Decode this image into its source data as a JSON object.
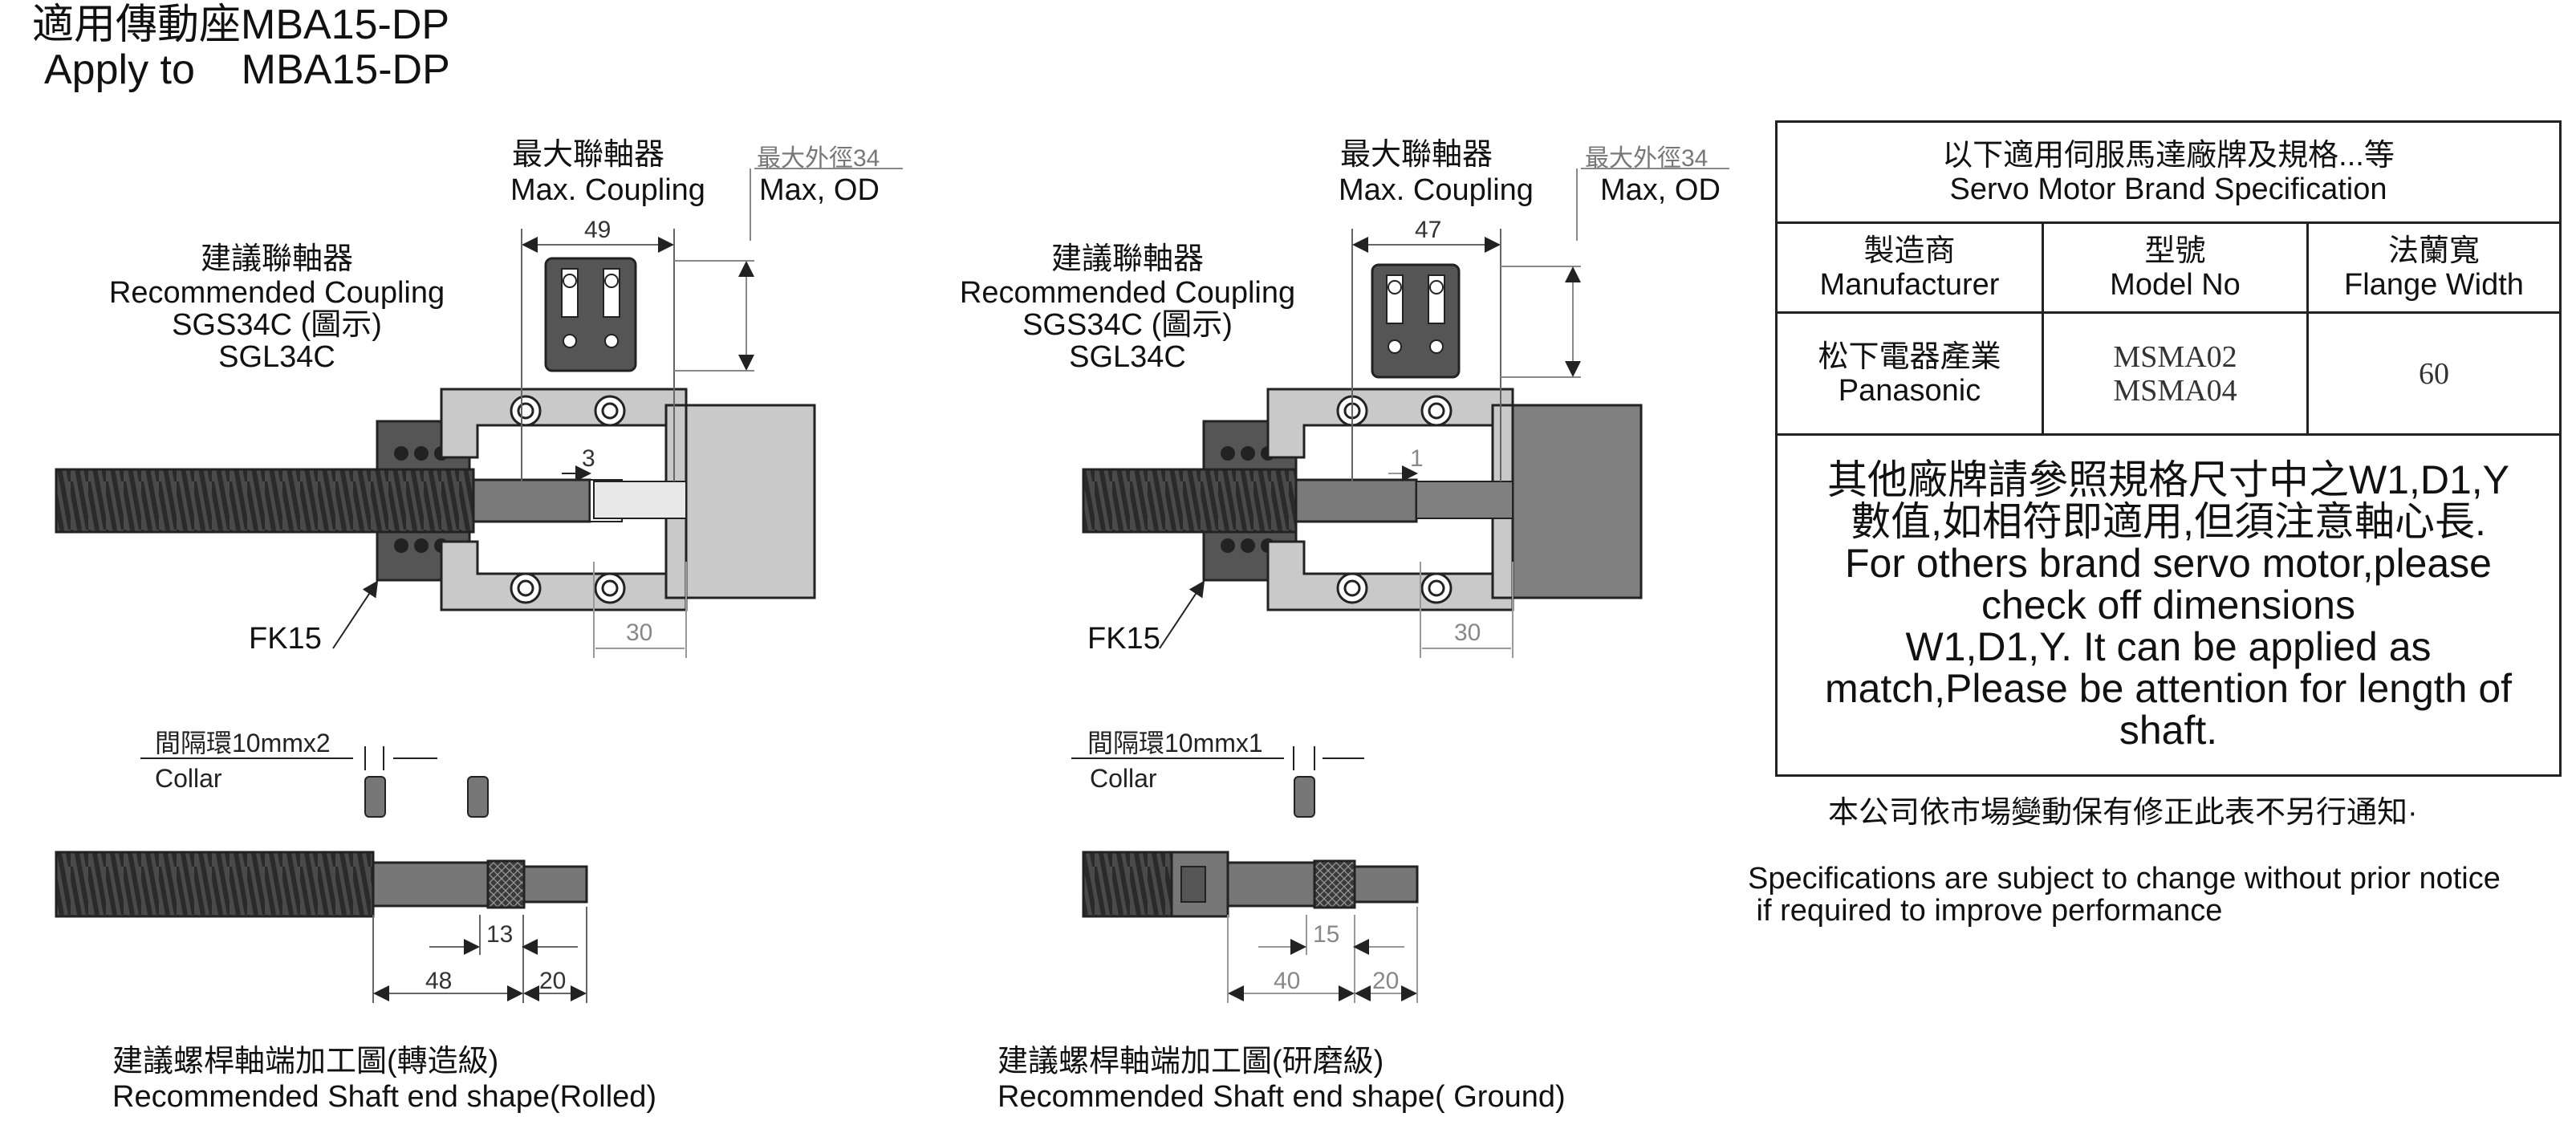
{
  "title": {
    "zh": "適用傳動座MBA15-DP",
    "en": "Apply to    MBA15-DP"
  },
  "left": {
    "max_coupling_zh": "最大聯軸器",
    "max_coupling_en": "Max. Coupling",
    "max_od_zh": "最大外徑34",
    "max_od_en": "Max, OD",
    "rec_coupling_zh": "建議聯軸器",
    "rec_coupling_en": "Recommended Coupling",
    "coupling_model_1": "SGS34C (圖示)",
    "coupling_model_2": "SGL34C",
    "dim_width": "49",
    "dim_gap": "3",
    "dim_30": "30",
    "fk_label": "FK15",
    "collar_zh": "間隔環10mmx2",
    "collar_en": "Collar",
    "dim_13": "13",
    "dim_48": "48",
    "dim_20": "20",
    "shaft_zh": "建議螺桿軸端加工圖(轉造級)",
    "shaft_en": "Recommended Shaft end shape(Rolled)"
  },
  "right": {
    "max_coupling_zh": "最大聯軸器",
    "max_coupling_en": "Max. Coupling",
    "max_od_zh": "最大外徑34",
    "max_od_en": "Max, OD",
    "rec_coupling_zh": "建議聯軸器",
    "rec_coupling_en": "Recommended Coupling",
    "coupling_model_1": "SGS34C (圖示)",
    "coupling_model_2": "SGL34C",
    "dim_width": "47",
    "dim_gap": "1",
    "dim_30": "30",
    "fk_label": "FK15",
    "collar_zh": "間隔環10mmx1",
    "collar_en": "Collar",
    "dim_15": "15",
    "dim_40": "40",
    "dim_20": "20",
    "shaft_zh": "建議螺桿軸端加工圖(研磨級)",
    "shaft_en": "Recommended Shaft end shape( Ground)"
  },
  "spec_table": {
    "heading_zh": "以下適用伺服馬達廠牌及規格...等",
    "heading_en": "Servo Motor Brand Specification",
    "columns": [
      {
        "zh": "製造商",
        "en": "Manufacturer"
      },
      {
        "zh": "型號",
        "en": "Model No"
      },
      {
        "zh": "法蘭寬",
        "en": "Flange Width"
      }
    ],
    "rows": [
      {
        "manufacturer_zh": "松下電器產業",
        "manufacturer_en": "Panasonic",
        "model_1": "MSMA02",
        "model_2": "MSMA04",
        "flange": "60"
      }
    ],
    "note_lines": [
      "其他廠牌請參照規格尺寸中之W1,D1,Y",
      "數值,如相符即適用,但須注意軸心長.",
      "For others brand servo motor,please",
      "check off dimensions",
      "W1,D1,Y. It can be applied as",
      "match,Please be attention for length of",
      "shaft."
    ]
  },
  "footer": {
    "notice_zh": "本公司依市場變動保有修正此表不另行通知·",
    "notice_en_1": "Specifications are subject to change without prior notice",
    "notice_en_2": " if required to improve performance"
  },
  "colors": {
    "part_fill": "#c9c9c9",
    "dark_fill": "#555555",
    "motor_fill": "#808080",
    "dim_line": "#888888"
  }
}
